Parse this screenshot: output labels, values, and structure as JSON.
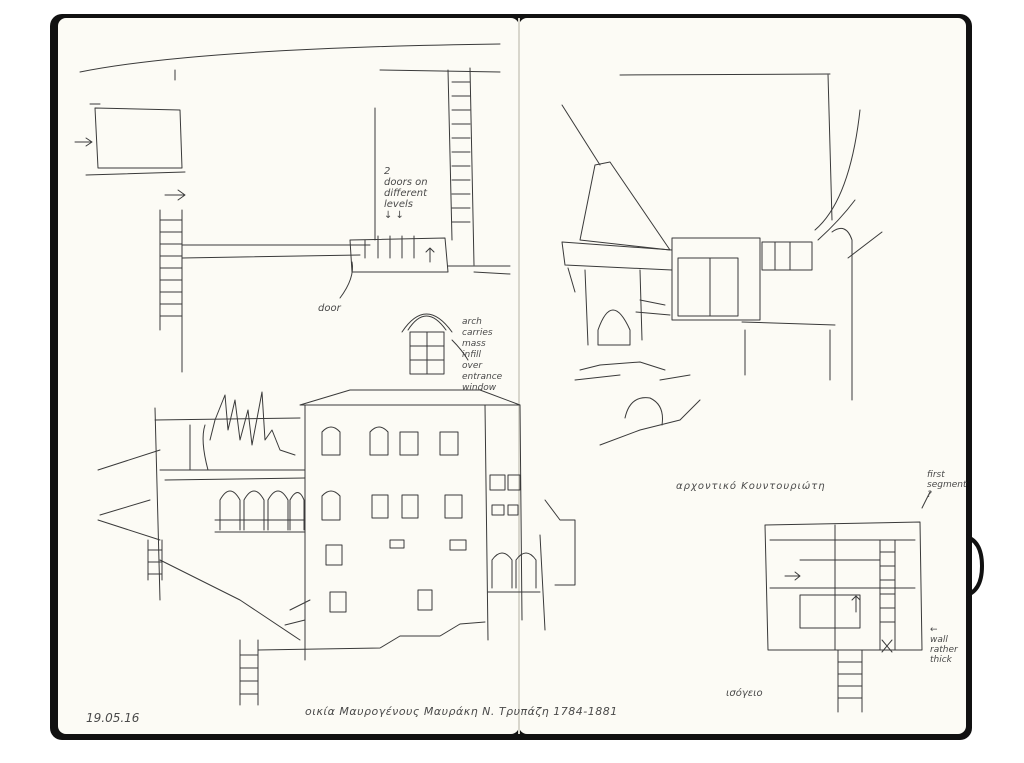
{
  "annotations": {
    "date": "19.05.16",
    "caption": "οικία Μαυρογένους Μαυράκη Ν. Τρυπάζη 1784-1881",
    "title_right": "αρχοντικό Κουντουριώτη",
    "plan_label": "ισόγειο",
    "doors_note": "2\ndoors on\ndifferent\nlevels\n↓ ↓",
    "door_note": "door",
    "arch_note": "arch\ncarries\nmass\ninfill\nover\nentrance\nwindow",
    "side_note_top": "first\nsegment\n?",
    "side_note_bottom": "←\nwall\nrather\nthick"
  },
  "colors": {
    "paper": "#fcfbf5",
    "ink": "#3a3a3a",
    "cover": "#111111",
    "background": "#ffffff"
  }
}
